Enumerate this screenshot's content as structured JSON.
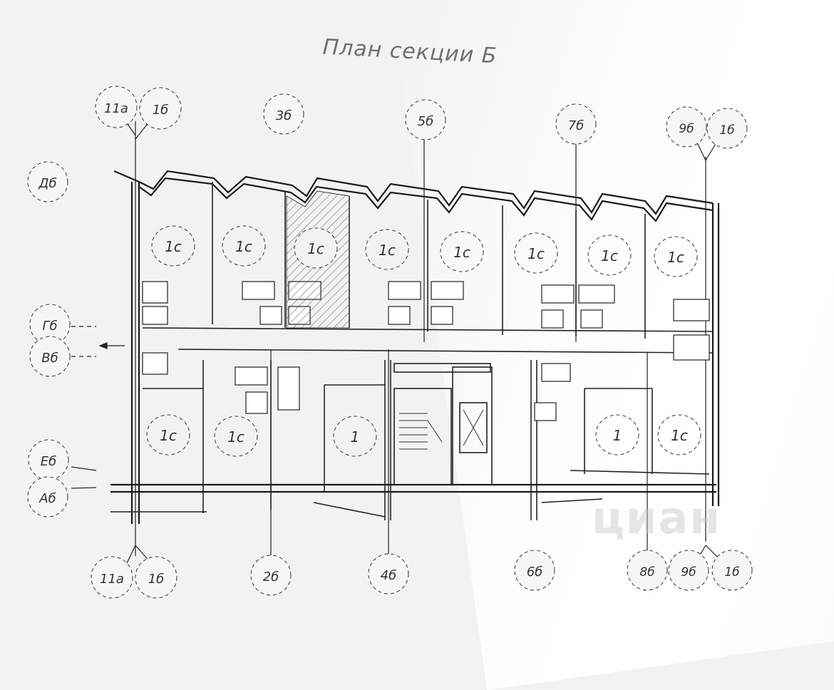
{
  "title": "План секции Б",
  "watermark": "циан",
  "grid_bubbles": {
    "top": [
      "11а",
      "1б",
      "3б",
      "5б",
      "7б",
      "9б",
      "1б"
    ],
    "left": [
      "Дб",
      "Гб",
      "Вб",
      "Еб",
      "Аб"
    ],
    "bottom": [
      "11а",
      "1б",
      "2б",
      "4б",
      "6б",
      "8б",
      "9б",
      "1б"
    ]
  },
  "rooms": {
    "upper": [
      "1с",
      "1с",
      "1с",
      "1с",
      "1с",
      "1с",
      "1с",
      "1с"
    ],
    "lower": [
      "1с",
      "1с",
      "1",
      "1",
      "1с"
    ]
  }
}
